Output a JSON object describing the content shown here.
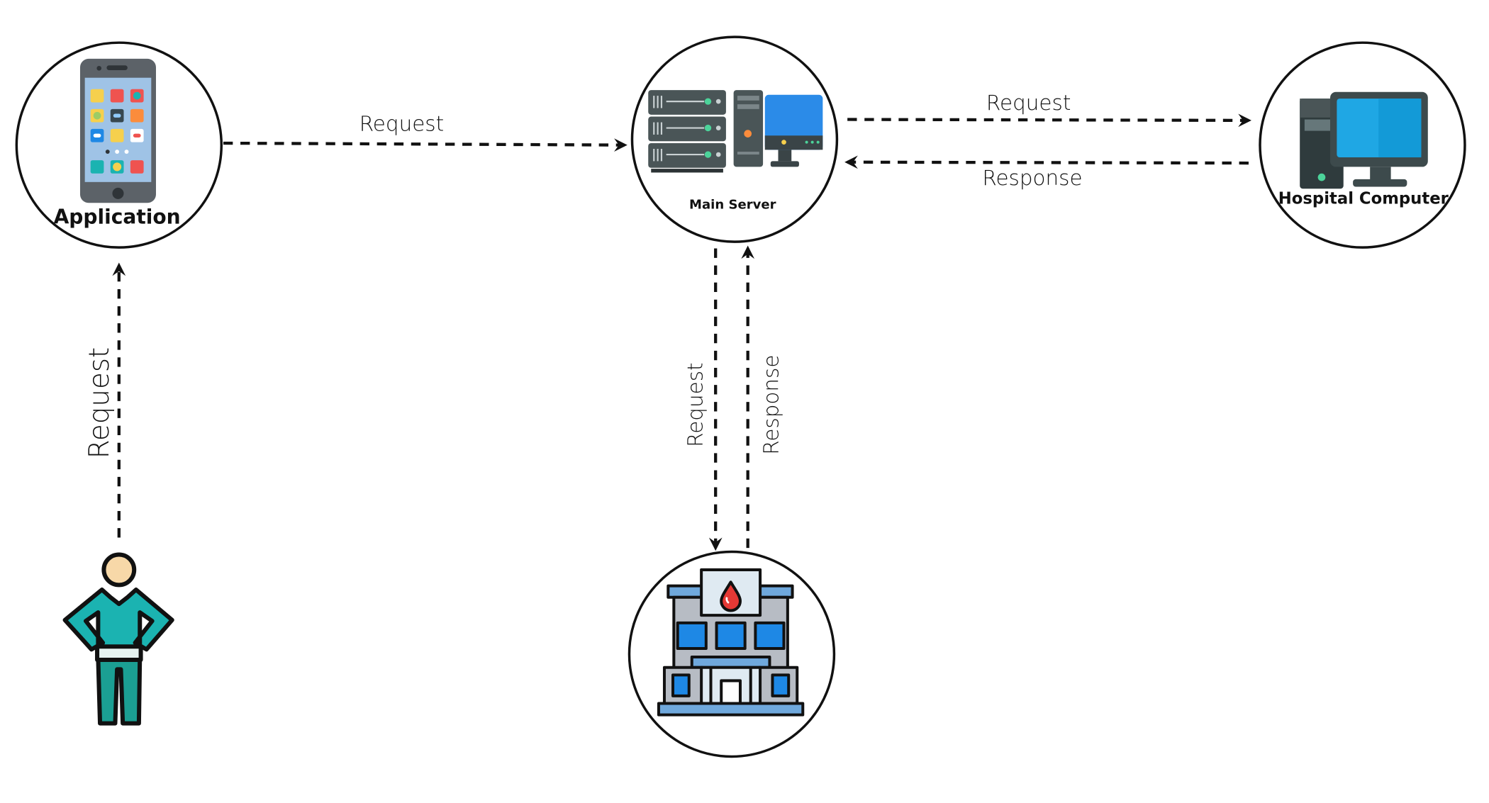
{
  "nodes": {
    "application": {
      "label": "Application",
      "icon": "smartphone-icon"
    },
    "main_server": {
      "label": "Main Server",
      "icon": "server-rack-desktop-icon"
    },
    "hospital_computer": {
      "label": "Hospital Computer",
      "icon": "desktop-computer-icon"
    },
    "blood_bank": {
      "label": "",
      "icon": "blood-bank-building-icon"
    },
    "user": {
      "label": "",
      "icon": "person-icon"
    }
  },
  "edges": {
    "user_to_application": "Request",
    "application_to_server": "Request",
    "server_to_hospital": "Request",
    "hospital_to_server": "Response",
    "server_to_blood_bank": "Request",
    "blood_bank_to_server": "Response"
  },
  "colors": {
    "line": "#111111",
    "accent_blue": "#2b8be8",
    "screen_blue": "#1fa7e4",
    "teal": "#1bb3b1",
    "dark_gray": "#4a5557"
  }
}
